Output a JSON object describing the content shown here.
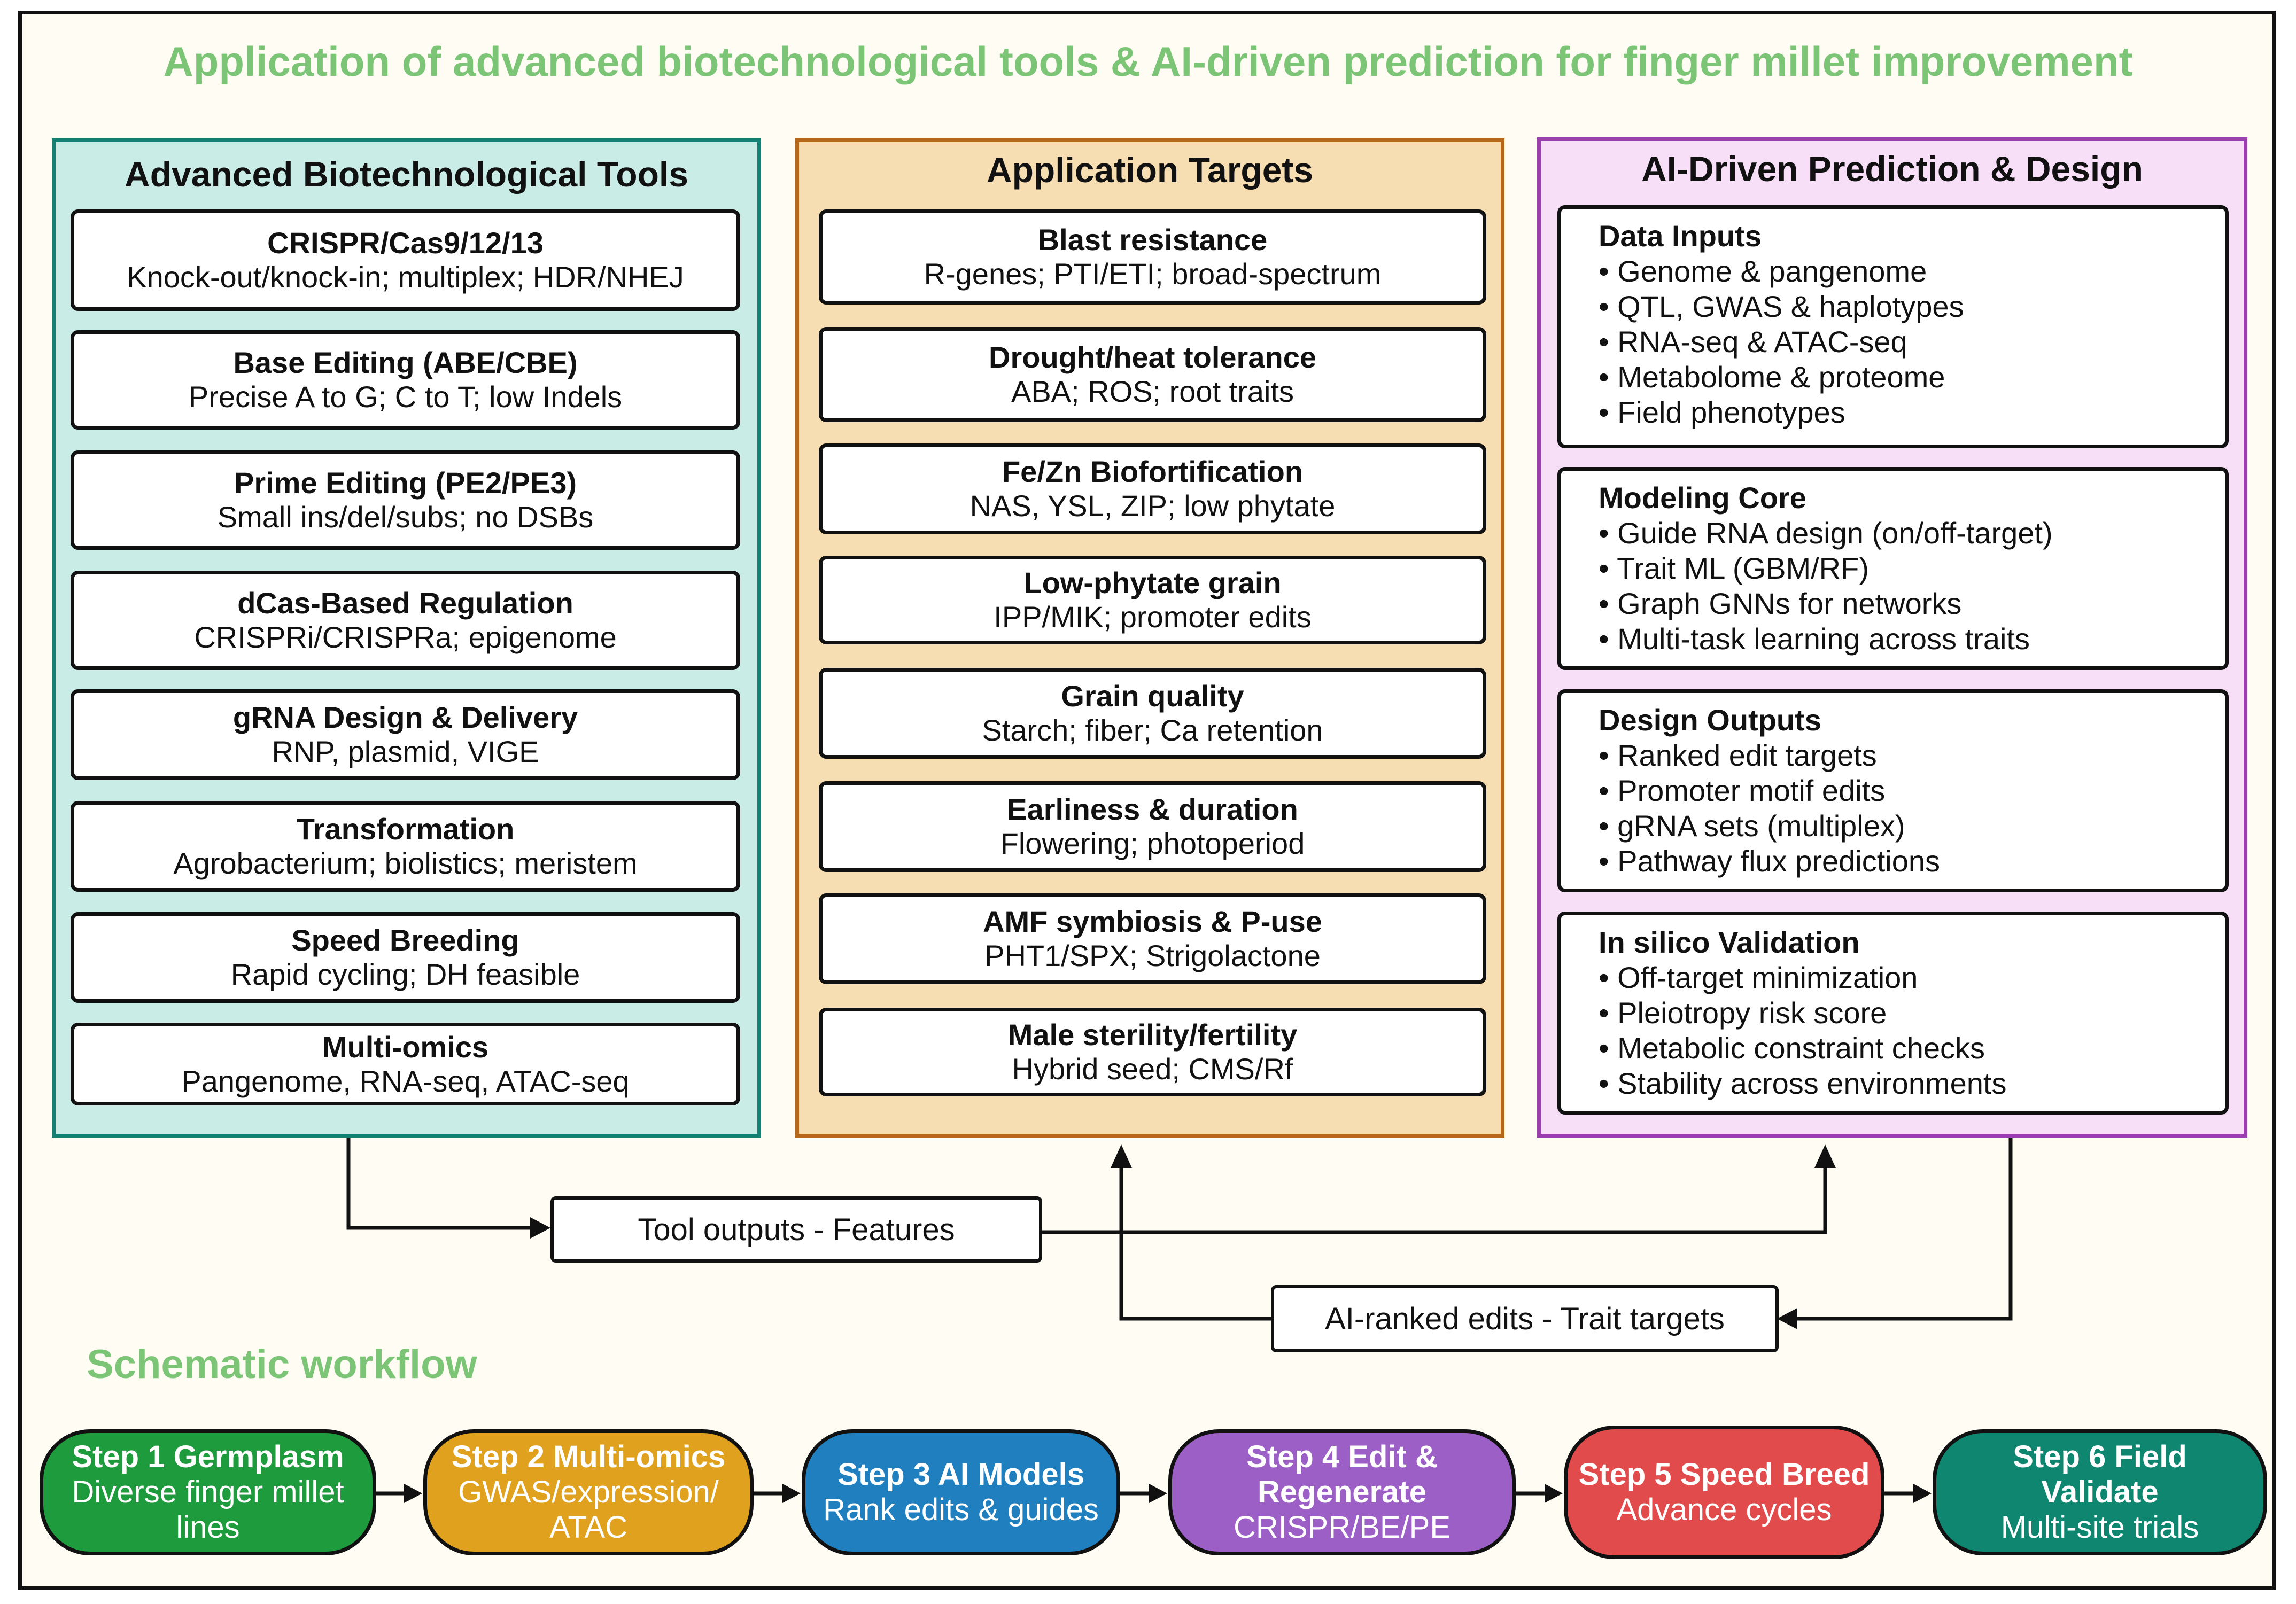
{
  "title": "Application of advanced biotechnological tools & AI-driven prediction for finger millet improvement",
  "tools": {
    "heading": "Advanced Biotechnological Tools",
    "items": [
      {
        "title": "CRISPR/Cas9/12/13",
        "sub": "Knock-out/knock-in; multiplex; HDR/NHEJ"
      },
      {
        "title": "Base Editing (ABE/CBE)",
        "sub": "Precise A to G; C to T; low Indels"
      },
      {
        "title": "Prime Editing (PE2/PE3)",
        "sub": "Small ins/del/subs; no DSBs"
      },
      {
        "title": "dCas-Based Regulation",
        "sub": "CRISPRi/CRISPRa; epigenome"
      },
      {
        "title": "gRNA Design & Delivery",
        "sub": "RNP, plasmid, VIGE"
      },
      {
        "title": "Transformation",
        "sub": "Agrobacterium; biolistics; meristem"
      },
      {
        "title": "Speed Breeding",
        "sub": "Rapid cycling; DH feasible"
      },
      {
        "title": "Multi-omics",
        "sub": "Pangenome, RNA-seq, ATAC-seq"
      }
    ]
  },
  "targets": {
    "heading": "Application Targets",
    "items": [
      {
        "title": "Blast resistance",
        "sub": "R-genes; PTI/ETI; broad-spectrum"
      },
      {
        "title": "Drought/heat tolerance",
        "sub": "ABA; ROS; root traits"
      },
      {
        "title": "Fe/Zn Biofortification",
        "sub": "NAS, YSL, ZIP;  low phytate"
      },
      {
        "title": "Low-phytate grain",
        "sub": "IPP/MIK; promoter edits"
      },
      {
        "title": "Grain quality",
        "sub": "Starch; fiber; Ca retention"
      },
      {
        "title": "Earliness & duration",
        "sub": "Flowering; photoperiod"
      },
      {
        "title": "AMF symbiosis & P-use",
        "sub": "PHT1/SPX; Strigolactone"
      },
      {
        "title": "Male sterility/fertility",
        "sub": "Hybrid seed; CMS/Rf"
      }
    ]
  },
  "ai": {
    "heading": "AI-Driven Prediction & Design",
    "sections": [
      {
        "title": "Data Inputs",
        "items": [
          "• Genome & pangenome",
          "• QTL, GWAS & haplotypes",
          "• RNA-seq & ATAC-seq",
          "• Metabolome & proteome",
          "• Field phenotypes"
        ]
      },
      {
        "title": "Modeling Core",
        "items": [
          "• Guide RNA design (on/off-target)",
          "• Trait ML (GBM/RF)",
          "• Graph GNNs for networks",
          "• Multi-task learning across traits"
        ]
      },
      {
        "title": "Design Outputs",
        "items": [
          "• Ranked edit targets",
          "• Promoter motif edits",
          "• gRNA sets (multiplex)",
          "• Pathway flux predictions"
        ]
      },
      {
        "title": "In silico Validation",
        "items": [
          "• Off-target minimization",
          "• Pleiotropy risk score",
          "• Metabolic constraint checks",
          "• Stability across environments"
        ]
      }
    ]
  },
  "flows": {
    "tool_outputs": "Tool outputs - Features",
    "ai_ranked": "AI-ranked edits - Trait targets"
  },
  "workflow": {
    "heading": "Schematic workflow",
    "steps": [
      {
        "title": "Step 1 Germplasm",
        "lines": [
          "Diverse finger millet",
          "lines"
        ],
        "color": "#1e9b3c"
      },
      {
        "title": "Step 2  Multi-omics",
        "lines": [
          "GWAS/expression/",
          "ATAC"
        ],
        "color": "#e0a21e"
      },
      {
        "title": "Step 3  AI Models",
        "lines": [
          "Rank edits & guides"
        ],
        "color": "#1f7fbf"
      },
      {
        "title": "Step 4 Edit &",
        "title2": "Regenerate",
        "lines": [
          "CRISPR/BE/PE"
        ],
        "color": "#9b5fc6"
      },
      {
        "title": "Step 5 Speed Breed",
        "lines": [
          "Advance cycles"
        ],
        "color": "#e24b4b"
      },
      {
        "title": "Step 6 Field",
        "title2": "Validate",
        "lines": [
          "Multi-site trials"
        ],
        "color": "#0f8670"
      }
    ]
  }
}
